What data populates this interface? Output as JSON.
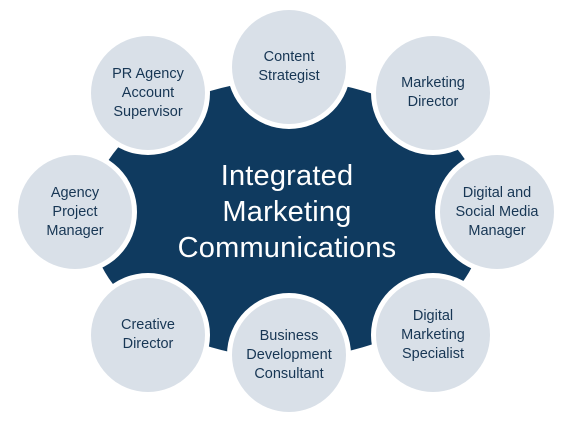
{
  "center": {
    "lines": [
      "Integrated",
      "Marketing",
      "Communications"
    ]
  },
  "roles": [
    {
      "id": "content-strategist",
      "lines": [
        "Content",
        "Strategist"
      ]
    },
    {
      "id": "marketing-director",
      "lines": [
        "Marketing",
        "Director"
      ]
    },
    {
      "id": "digital-social-media-manager",
      "lines": [
        "Digital and",
        "Social Media",
        "Manager"
      ]
    },
    {
      "id": "digital-marketing-specialist",
      "lines": [
        "Digital",
        "Marketing",
        "Specialist"
      ]
    },
    {
      "id": "business-development-consultant",
      "lines": [
        "Business",
        "Development",
        "Consultant"
      ]
    },
    {
      "id": "creative-director",
      "lines": [
        "Creative",
        "Director"
      ]
    },
    {
      "id": "agency-project-manager",
      "lines": [
        "Agency",
        "Project",
        "Manager"
      ]
    },
    {
      "id": "pr-agency-account-supervisor",
      "lines": [
        "PR Agency",
        "Account",
        "Supervisor"
      ]
    }
  ],
  "colors": {
    "hub": "#0f3a5f",
    "node_fill": "#d9e0e8",
    "node_text": "#173654",
    "hub_text": "#ffffff"
  }
}
